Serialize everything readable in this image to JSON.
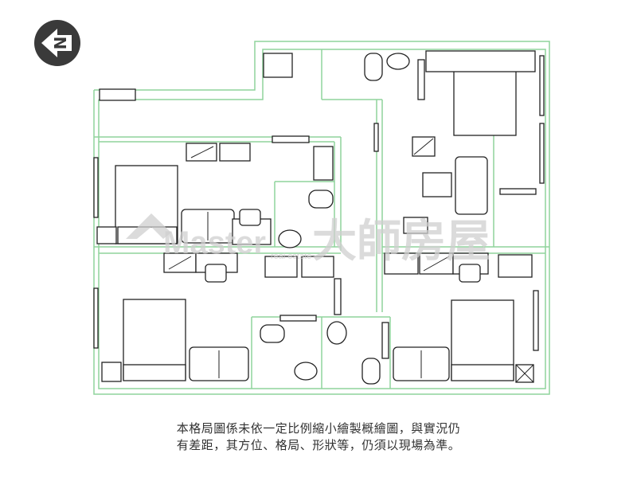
{
  "compass": {
    "icon": "north-arrow-icon",
    "letter": "N"
  },
  "watermark": {
    "brand_latin": "Master",
    "brand_cjk": "大師房屋",
    "tagline": "real estate"
  },
  "caption": {
    "line1": "本格局圖係未依一定比例縮小繪製概繪圖，與實況仍",
    "line2": "有差距，其方位、格局、形狀等，仍須以現場為準。"
  },
  "colors": {
    "wall": "#8fd49c",
    "furniture": "#222222",
    "compass": "#333333"
  }
}
